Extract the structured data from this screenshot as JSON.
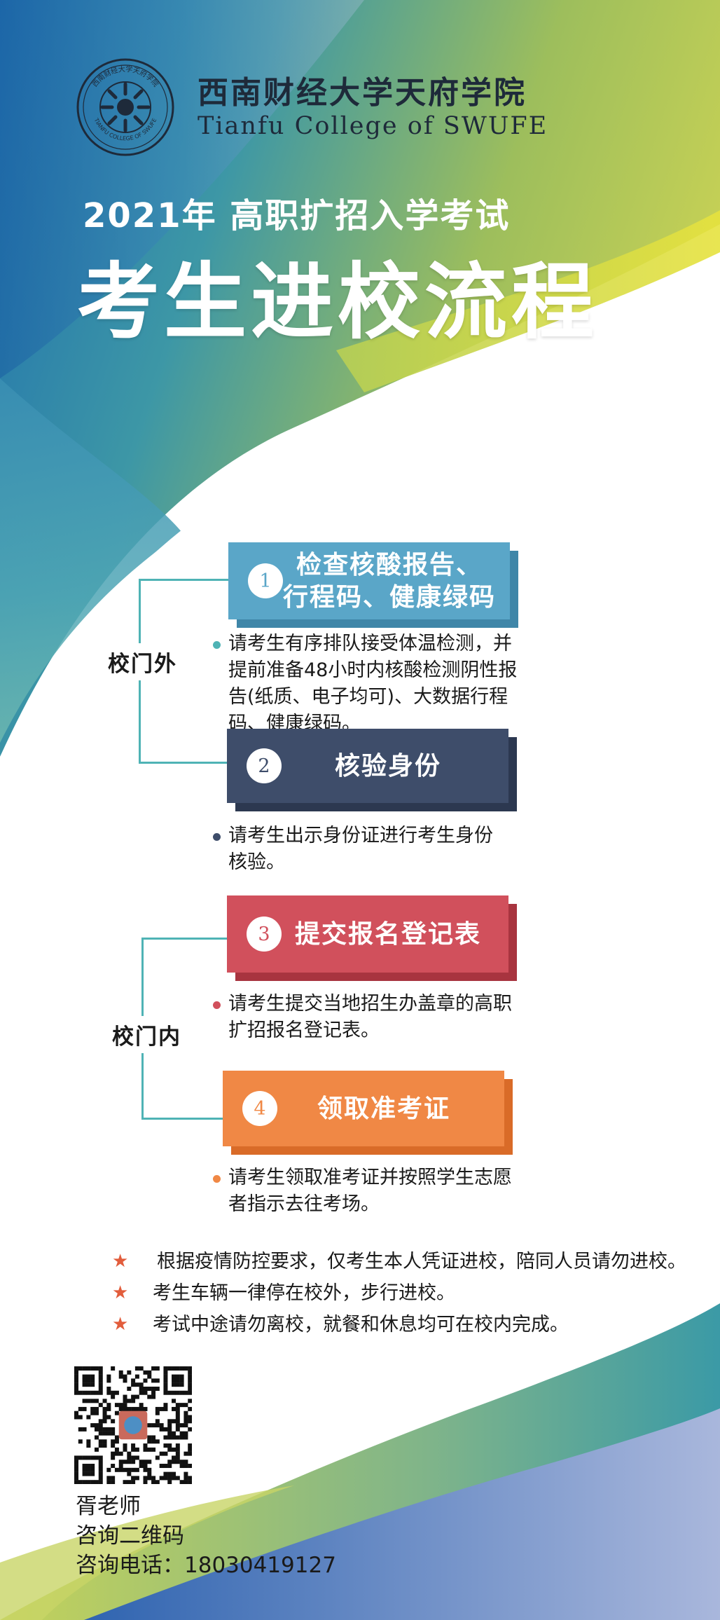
{
  "header": {
    "school_cn": "西南财经大学天府学院",
    "school_en": "Tianfu College of SWUFE",
    "seal_text_top": "西南财经大学天府学院",
    "seal_text_bottom": "TIANFU COLLEGE OF SWUFE"
  },
  "title": {
    "year": "2021年",
    "subtitle": "高职扩招入学考试",
    "main": "考生进校流程"
  },
  "groups": {
    "outside_label": "校门外",
    "inside_label": "校门内"
  },
  "steps": [
    {
      "number": "1",
      "label_line1": "检查核酸报告、",
      "label_line2": "行程码、健康绿码",
      "color": "#5aa6c8",
      "shadow": "#3f86a8",
      "desc": [
        "请考生有序排队接受体温检测，并",
        "提前准备48小时内核酸检测阴性报",
        "告(纸质、电子均可)、大数据行程",
        "码、健康绿码。"
      ],
      "dot_color": "#4fb3b5"
    },
    {
      "number": "2",
      "label_line1": "核验身份",
      "color": "#3e4d6a",
      "shadow": "#2c3850",
      "desc": [
        "请考生出示身份证进行考生身份",
        "核验。"
      ],
      "dot_color": "#3e4d6a"
    },
    {
      "number": "3",
      "label_line1": "提交报名登记表",
      "color": "#d1505c",
      "shadow": "#a8343f",
      "desc": [
        "请考生提交当地招生办盖章的高职",
        "扩招报名登记表。"
      ],
      "dot_color": "#d1505c"
    },
    {
      "number": "4",
      "label_line1": "领取准考证",
      "color": "#f08845",
      "shadow": "#d96b28",
      "desc": [
        "请考生领取准考证并按照学生志愿",
        "者指示去往考场。"
      ],
      "dot_color": "#f08845"
    }
  ],
  "notes": [
    "根据疫情防控要求，仅考生本人凭证进校，陪同人员请勿进校。",
    "考生车辆一律停在校外，步行进校。",
    "考试中途请勿离校，就餐和休息均可在校内完成。"
  ],
  "contact": {
    "name": "胥老师",
    "qr_label": "咨询二维码",
    "phone": "咨询电话：18030419127"
  },
  "colors": {
    "teal": "#4fb3b5",
    "accent_star": "#e25d3c"
  }
}
